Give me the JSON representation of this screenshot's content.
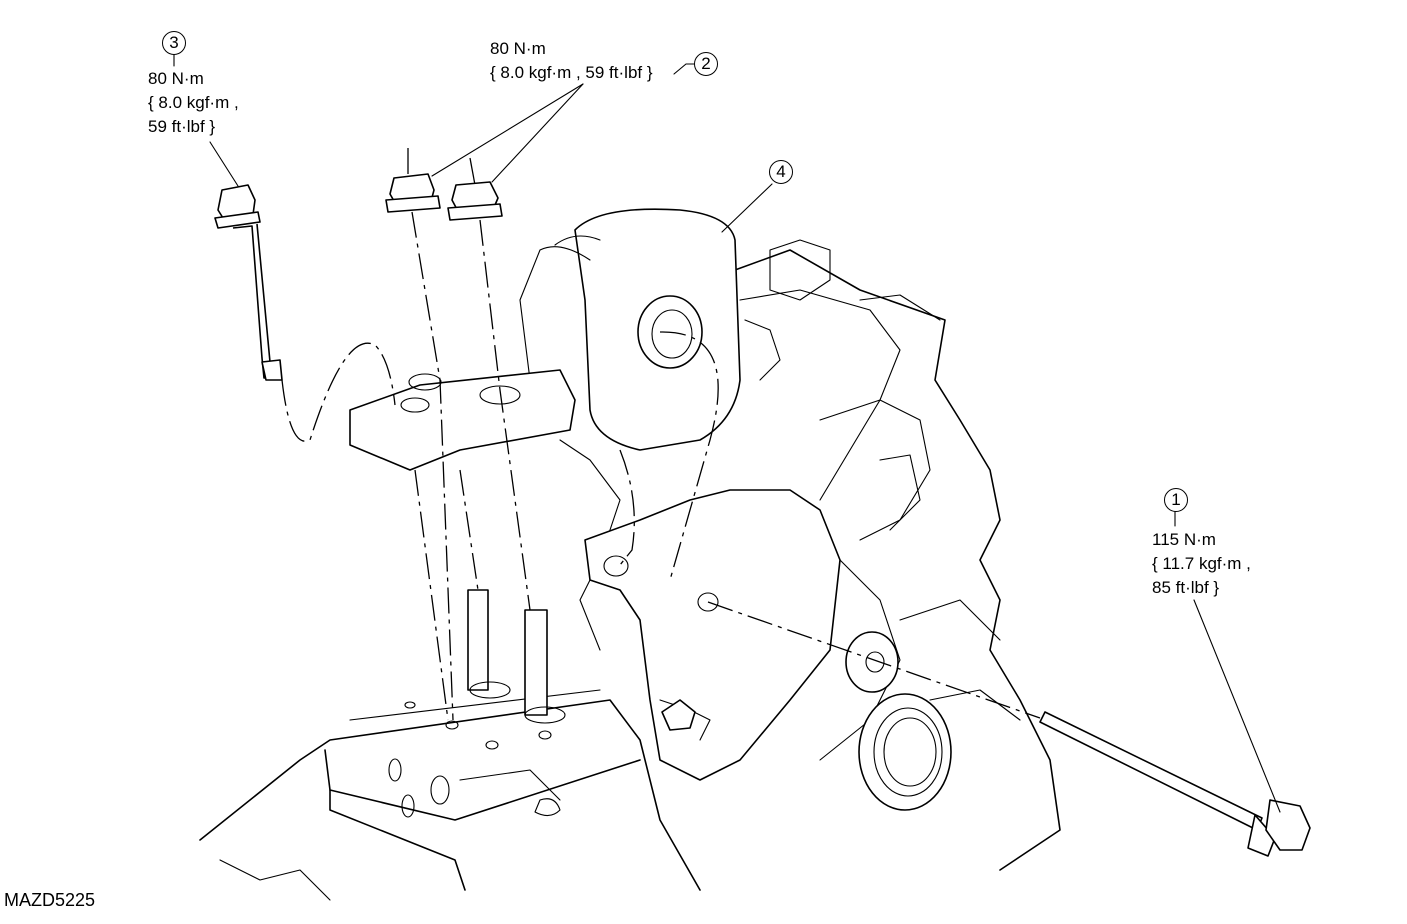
{
  "callouts": [
    {
      "number": "1",
      "torque": "115 N·m",
      "metric": "{ 11.7 kgf·m ,",
      "imperial": "85 ft·lbf }"
    },
    {
      "number": "2",
      "torque": "80 N·m",
      "metric_imperial": "{ 8.0 kgf·m , 59 ft·lbf }"
    },
    {
      "number": "3",
      "torque": "80 N·m",
      "metric": "{ 8.0 kgf·m ,",
      "imperial": "59 ft·lbf }"
    },
    {
      "number": "4"
    }
  ],
  "figure_code": "MAZD5225"
}
